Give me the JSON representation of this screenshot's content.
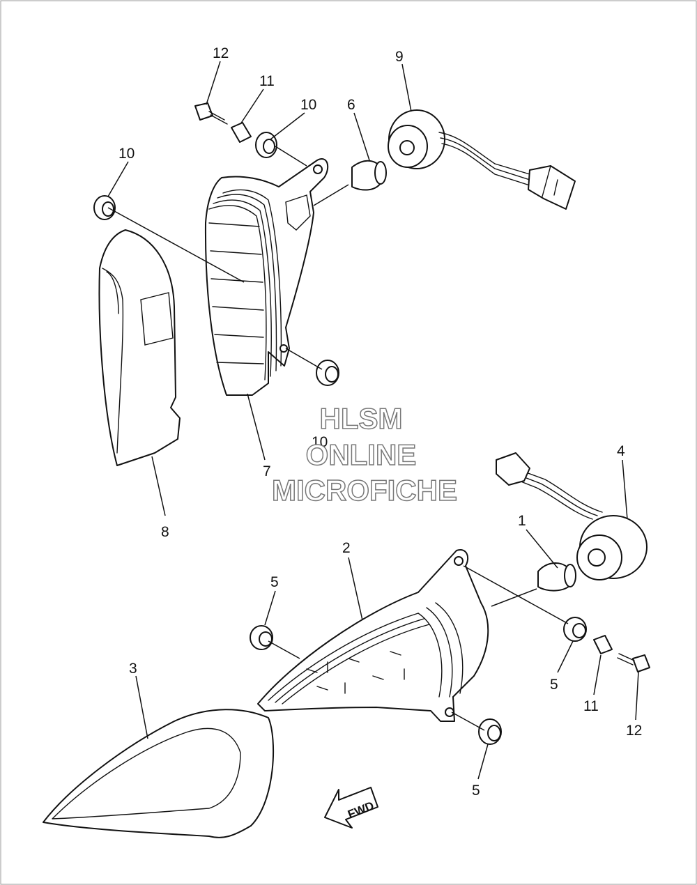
{
  "diagram": {
    "callouts": [
      {
        "id": "c12a",
        "text": "12"
      },
      {
        "id": "c11a",
        "text": "11"
      },
      {
        "id": "c10a",
        "text": "10"
      },
      {
        "id": "c6",
        "text": "6"
      },
      {
        "id": "c9",
        "text": "9"
      },
      {
        "id": "c10b",
        "text": "10"
      },
      {
        "id": "c10c",
        "text": "10"
      },
      {
        "id": "c7",
        "text": "7"
      },
      {
        "id": "c8",
        "text": "8"
      },
      {
        "id": "c4",
        "text": "4"
      },
      {
        "id": "c1",
        "text": "1"
      },
      {
        "id": "c2",
        "text": "2"
      },
      {
        "id": "c5a",
        "text": "5"
      },
      {
        "id": "c5b",
        "text": "5"
      },
      {
        "id": "c11b",
        "text": "11"
      },
      {
        "id": "c12b",
        "text": "12"
      },
      {
        "id": "c3",
        "text": "3"
      },
      {
        "id": "c5c",
        "text": "5"
      }
    ],
    "fwd_label": "FWD",
    "watermark": {
      "line1": "HLSM",
      "line2": "ONLINE",
      "line3": "MICROFICHE"
    }
  }
}
